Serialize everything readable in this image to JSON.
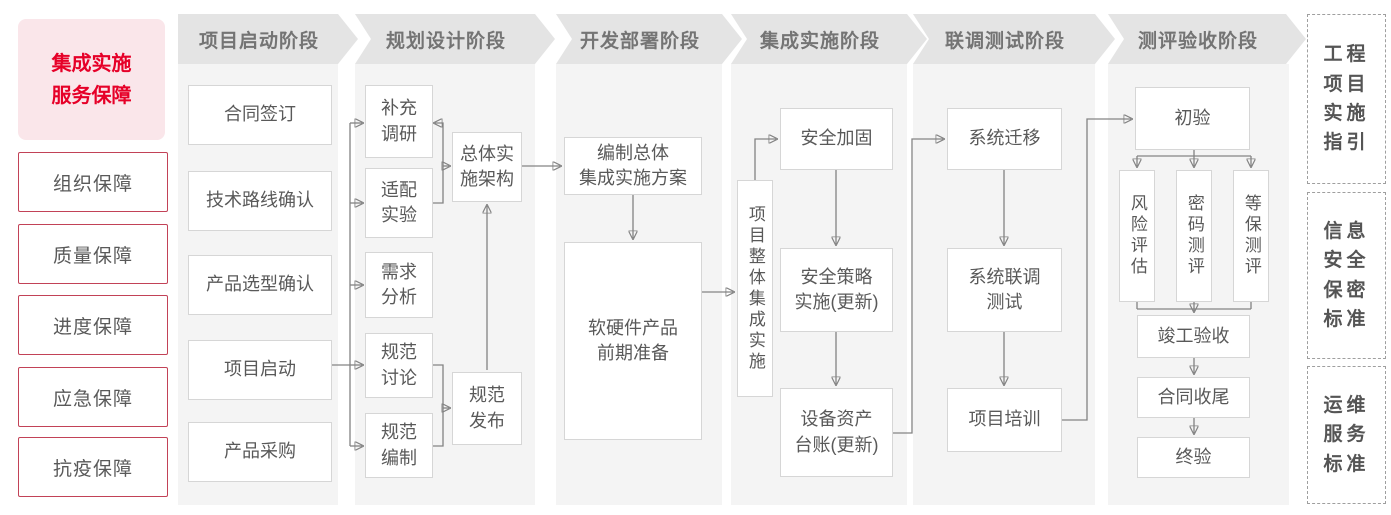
{
  "left_panel": {
    "title": "集成实施\n服务保障",
    "guarantees": [
      "组织保障",
      "质量保障",
      "进度保障",
      "应急保障",
      "抗疫保障"
    ]
  },
  "phases": [
    "项目启动阶段",
    "规划设计阶段",
    "开发部署阶段",
    "集成实施阶段",
    "联调测试阶段",
    "测评验收阶段"
  ],
  "nodes": {
    "contract_signing": "合同签订",
    "tech_route_confirm": "技术路线确认",
    "product_selection_confirm": "产品选型确认",
    "project_kickoff": "项目启动",
    "product_procurement": "产品采购",
    "supplementary_research": "补充\n调研",
    "adaptation_test": "适配\n实验",
    "requirement_analysis": "需求\n分析",
    "spec_discussion": "规范\n讨论",
    "spec_drafting": "规范\n编制",
    "overall_impl_architecture": "总体实\n施架构",
    "spec_release": "规范\n发布",
    "overall_integration_plan": "编制总体\n集成实施方案",
    "hw_sw_preparation": "软硬件产品\n前期准备",
    "overall_integration_impl": "项目整体集成实施",
    "security_hardening": "安全加固",
    "security_policy_impl": "安全策略\n实施(更新)",
    "asset_ledger_update": "设备资产\n台账(更新)",
    "system_migration": "系统迁移",
    "system_joint_test": "系统联调\n测试",
    "project_training": "项目培训",
    "initial_acceptance": "初验",
    "risk_assessment": "风险评估",
    "crypto_evaluation": "密码测评",
    "mlps_evaluation": "等保测评",
    "completion_acceptance": "竣工验收",
    "contract_closure": "合同收尾",
    "final_acceptance": "终验"
  },
  "right_panel": {
    "standards": [
      "工程\n项目\n实施\n指引",
      "信息\n安全\n保密\n标准",
      "运维\n服务\n标准"
    ]
  },
  "colors": {
    "accent_red": "#e60028",
    "pink_background": "#fae6ea",
    "red_border": "#c24257",
    "phase_header_bg": "#e4e4e4",
    "column_bg": "#f4f4f4",
    "node_border": "#d6d6d6",
    "node_text": "#595959",
    "connector": "#838383"
  }
}
